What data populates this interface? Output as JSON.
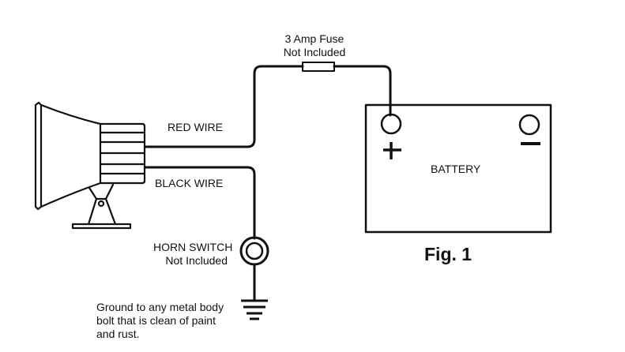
{
  "fuse": {
    "line1": "3 Amp Fuse",
    "line2": "Not Included"
  },
  "wires": {
    "red": "RED WIRE",
    "black": "BLACK WIRE"
  },
  "battery": {
    "label": "BATTERY",
    "positive": "+",
    "negative": "−"
  },
  "switch": {
    "line1": "HORN SWITCH",
    "line2": "Not Included"
  },
  "ground": {
    "line1": "Ground to any metal body",
    "line2": "bolt that is clean of paint",
    "line3": "and rust."
  },
  "figure_label": "Fig. 1"
}
